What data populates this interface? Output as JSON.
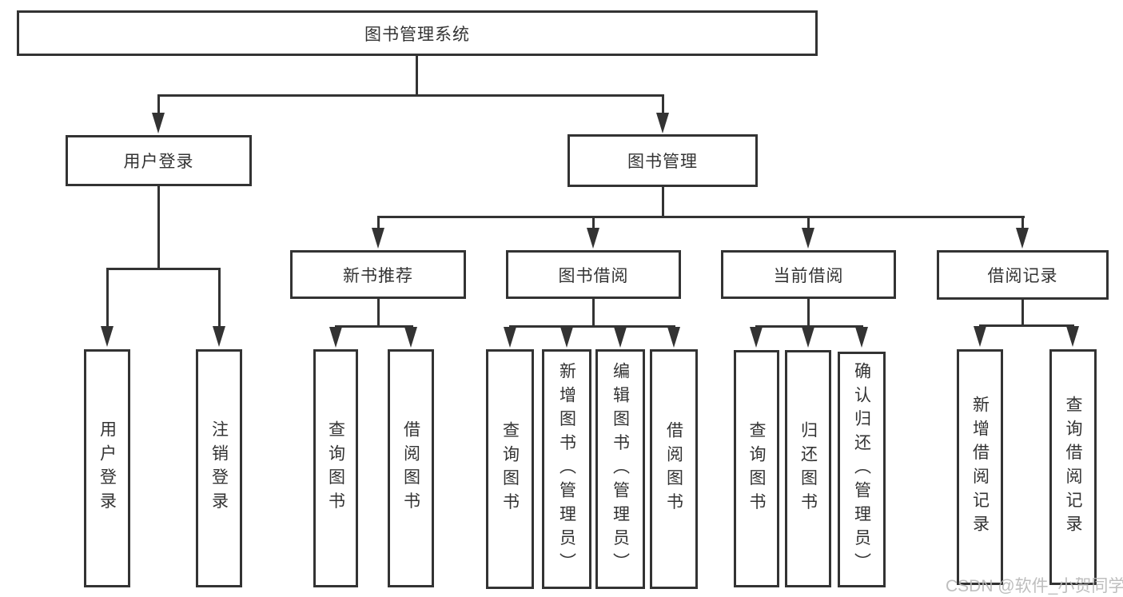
{
  "root": {
    "label": "图书管理系统",
    "children": [
      {
        "label": "用户登录",
        "children": [
          {
            "label": "用户登录"
          },
          {
            "label": "注销登录"
          }
        ]
      },
      {
        "label": "图书管理",
        "children": [
          {
            "label": "新书推荐",
            "children": [
              {
                "label": "查询图书"
              },
              {
                "label": "借阅图书"
              }
            ]
          },
          {
            "label": "图书借阅",
            "children": [
              {
                "label": "查询图书"
              },
              {
                "label": "新增图书（管理员）"
              },
              {
                "label": "编辑图书（管理员）"
              },
              {
                "label": "借阅图书"
              }
            ]
          },
          {
            "label": "当前借阅",
            "children": [
              {
                "label": "查询图书"
              },
              {
                "label": "归还图书"
              },
              {
                "label": "确认归还（管理员）"
              }
            ]
          },
          {
            "label": "借阅记录",
            "children": [
              {
                "label": "新增借阅记录"
              },
              {
                "label": "查询借阅记录"
              }
            ]
          }
        ]
      }
    ]
  },
  "watermark": {
    "text": "CSDN @软件_小贺同学"
  },
  "colors": {
    "line": "#333333",
    "text": "#333333",
    "box_background": "#ffffff",
    "watermark": "#b7b7b7"
  }
}
